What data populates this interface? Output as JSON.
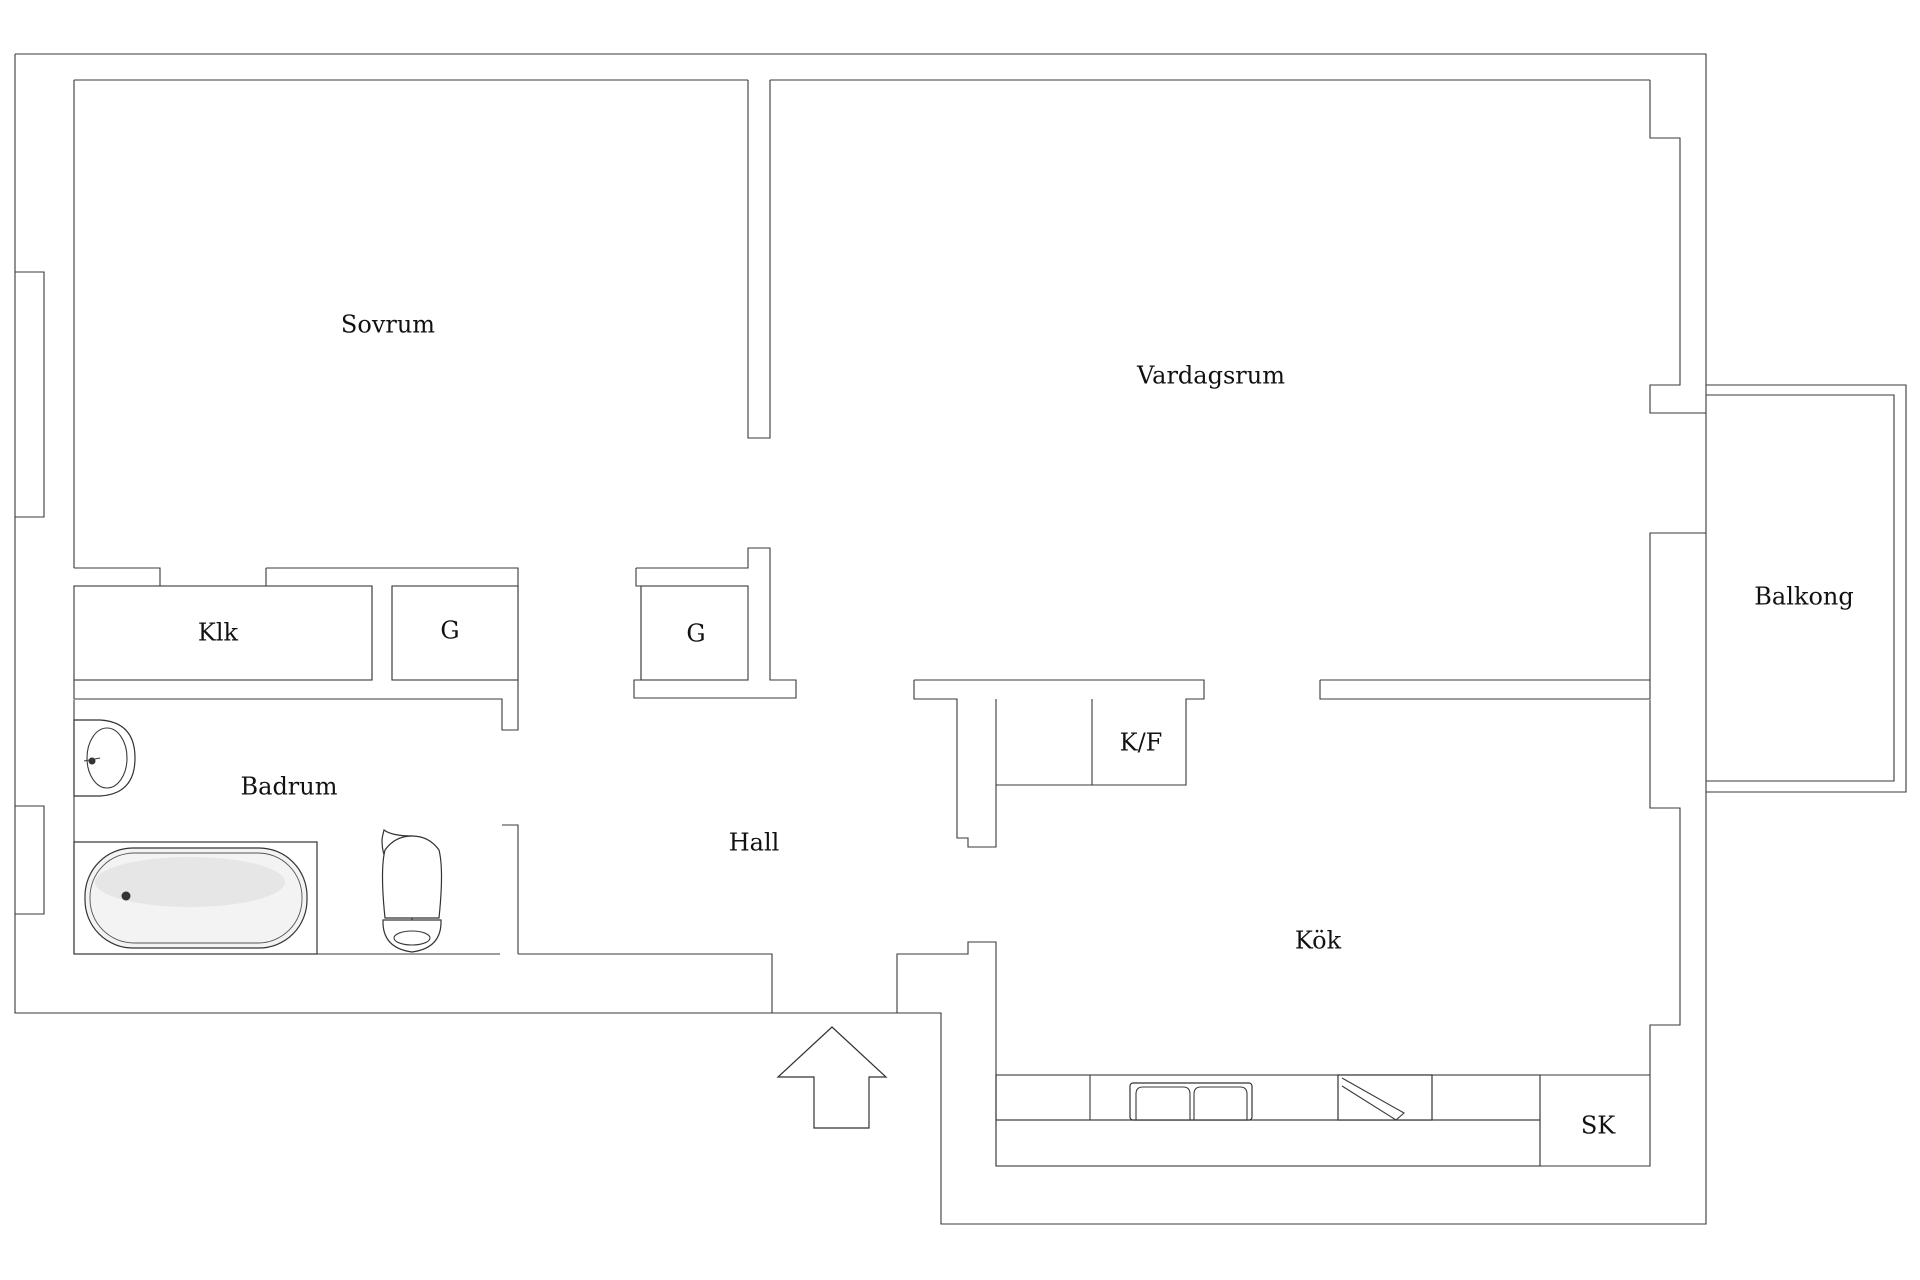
{
  "rooms": {
    "sovrum": "Sovrum",
    "vardagsrum": "Vardagsrum",
    "klk": "Klk",
    "g1": "G",
    "g2": "G",
    "balkong": "Balkong",
    "kf": "K/F",
    "badrum": "Badrum",
    "hall": "Hall",
    "kok": "Kök",
    "sk": "SK"
  }
}
